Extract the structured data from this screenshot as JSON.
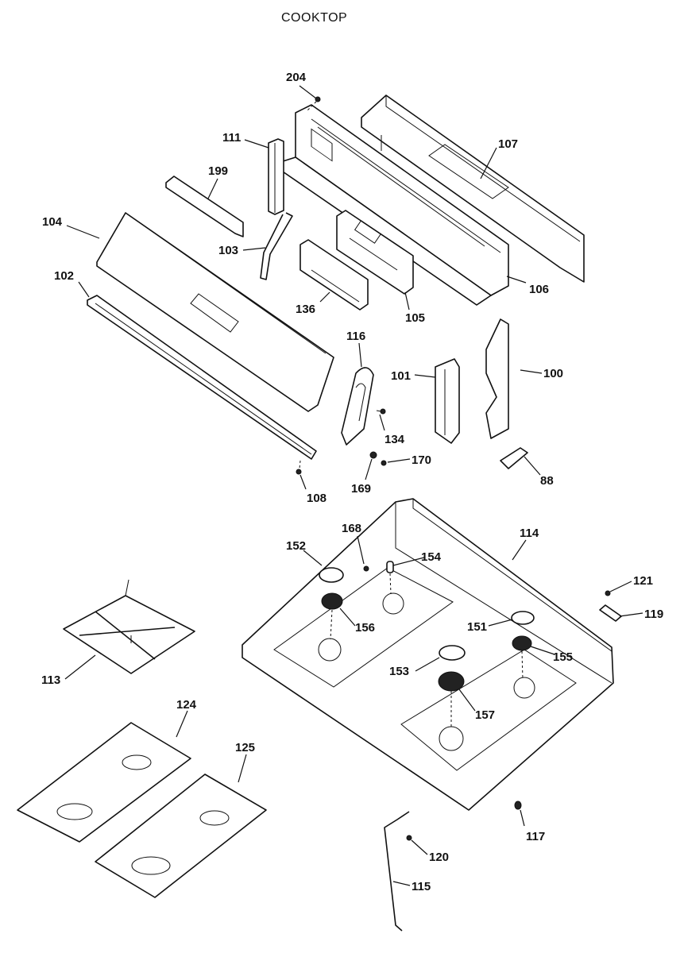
{
  "title": "COOKTOP",
  "callouts": {
    "p204": "204",
    "p111": "111",
    "p107": "107",
    "p199": "199",
    "p104": "104",
    "p103": "103",
    "p102": "102",
    "p136": "136",
    "p105": "105",
    "p106": "106",
    "p116": "116",
    "p101": "101",
    "p100": "100",
    "p134": "134",
    "p170": "170",
    "p169": "169",
    "p108": "108",
    "p88": "88",
    "p168": "168",
    "p114": "114",
    "p152": "152",
    "p154": "154",
    "p121": "121",
    "p119": "119",
    "p156": "156",
    "p151": "151",
    "p155": "155",
    "p113": "113",
    "p153": "153",
    "p157": "157",
    "p124": "124",
    "p125": "125",
    "p117": "117",
    "p120": "120",
    "p115": "115"
  }
}
